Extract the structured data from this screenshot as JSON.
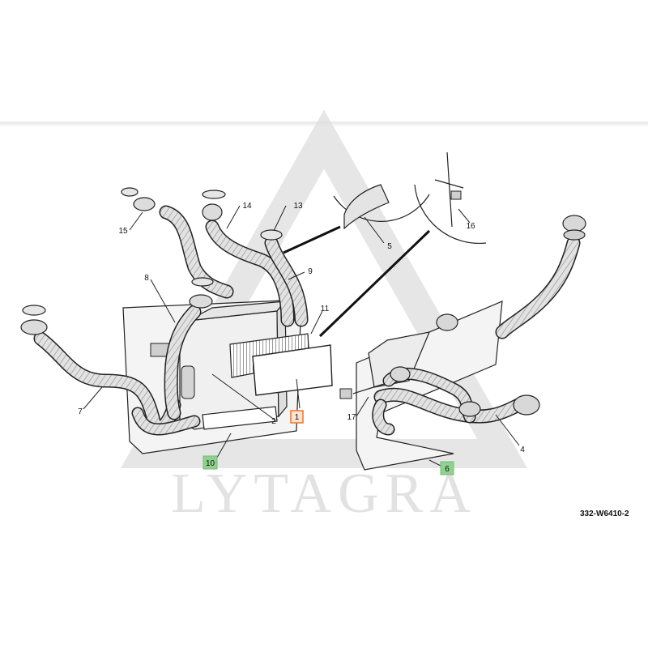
{
  "watermark": {
    "text": "LYTAGRA"
  },
  "drawing_code": "332-W6410-2",
  "colors": {
    "highlight_orange": "#e8772e",
    "highlight_orange_fill": "#fde2cf",
    "highlight_green": "#6fbf73",
    "highlight_green_fill": "#8fd18f",
    "hose": "#d9d9d9",
    "line": "#222222",
    "watermark": "#d9d9d9"
  },
  "callouts": [
    {
      "id": "c1",
      "label": "1",
      "highlight": "orange"
    },
    {
      "id": "c2",
      "label": "2"
    },
    {
      "id": "c4",
      "label": "4"
    },
    {
      "id": "c5",
      "label": "5"
    },
    {
      "id": "c6",
      "label": "6",
      "highlight": "green"
    },
    {
      "id": "c7",
      "label": "7"
    },
    {
      "id": "c8",
      "label": "8"
    },
    {
      "id": "c9",
      "label": "9"
    },
    {
      "id": "c10",
      "label": "10",
      "highlight": "green"
    },
    {
      "id": "c11",
      "label": "11"
    },
    {
      "id": "c13",
      "label": "13"
    },
    {
      "id": "c14",
      "label": "14"
    },
    {
      "id": "c15",
      "label": "15"
    },
    {
      "id": "c16",
      "label": "16"
    },
    {
      "id": "c17",
      "label": "17"
    }
  ]
}
